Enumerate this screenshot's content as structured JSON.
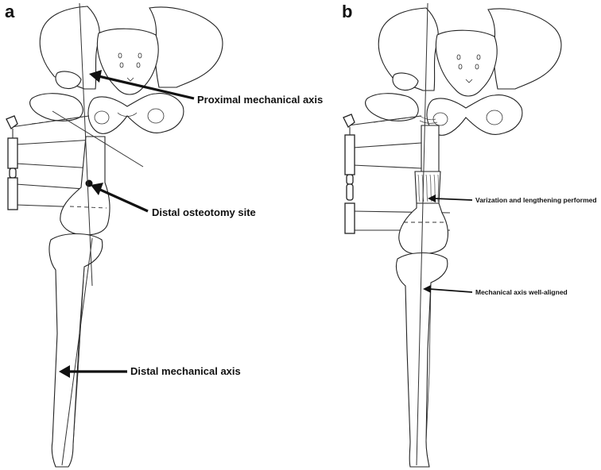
{
  "panels": {
    "a": {
      "letter": "a",
      "labels": {
        "proximal_axis": "Proximal mechanical axis",
        "osteotomy_site": "Distal osteotomy site",
        "distal_axis": "Distal mechanical axis"
      }
    },
    "b": {
      "letter": "b",
      "labels": {
        "varization": "Varization and lengthening performed",
        "axis_aligned": "Mechanical axis well-aligned"
      }
    }
  }
}
